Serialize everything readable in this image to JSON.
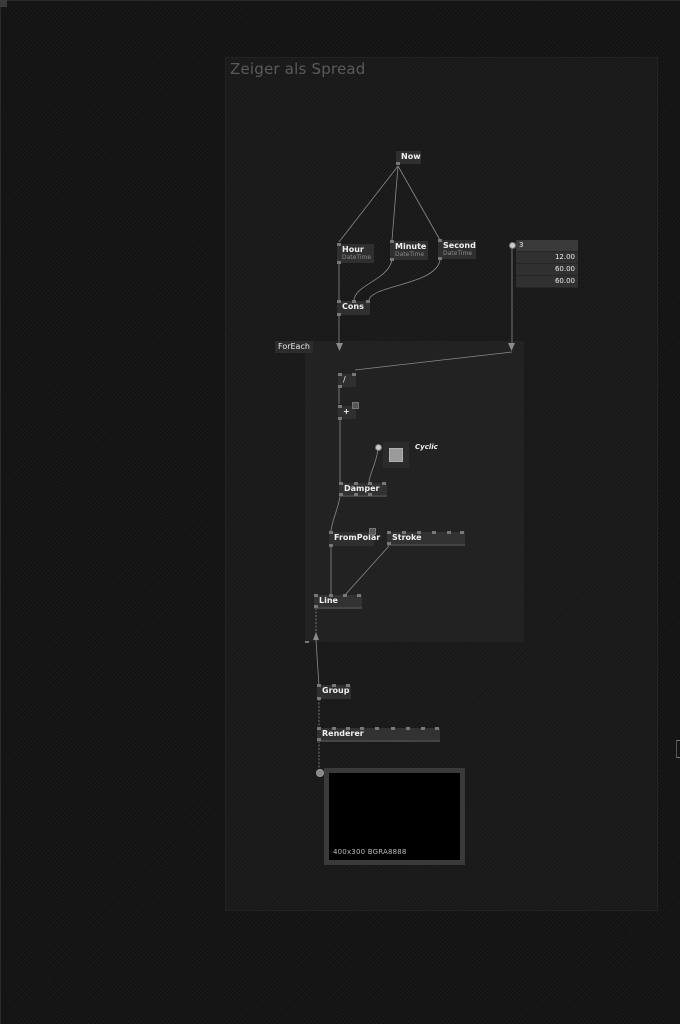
{
  "patch": {
    "title": "Zeiger als Spread"
  },
  "nodes": {
    "now": {
      "label": "Now"
    },
    "hour": {
      "label": "Hour",
      "type": "DateTime"
    },
    "minute": {
      "label": "Minute",
      "type": "DateTime"
    },
    "second": {
      "label": "Second",
      "type": "DateTime"
    },
    "cons": {
      "label": "Cons"
    },
    "divide": {
      "label": "/"
    },
    "add": {
      "label": "+"
    },
    "damper": {
      "label": "Damper"
    },
    "frompolar": {
      "label": "FromPolar"
    },
    "stroke": {
      "label": "Stroke"
    },
    "line": {
      "label": "Line"
    },
    "group": {
      "label": "Group"
    },
    "renderer": {
      "label": "Renderer"
    }
  },
  "region": {
    "label": "ForEach"
  },
  "spread_iobox": {
    "count": "3",
    "values": [
      "12.00",
      "60.00",
      "60.00"
    ]
  },
  "toggle": {
    "label": "Cyclic",
    "state": "on"
  },
  "preview": {
    "info": "400x300 BGRA8888"
  },
  "colors": {
    "background": "#161616",
    "canvas": "#1b1b1b",
    "region": "#222222",
    "node": "#2f2f2f",
    "wire": "#8a8a8a",
    "title": "#5a5a5a"
  }
}
